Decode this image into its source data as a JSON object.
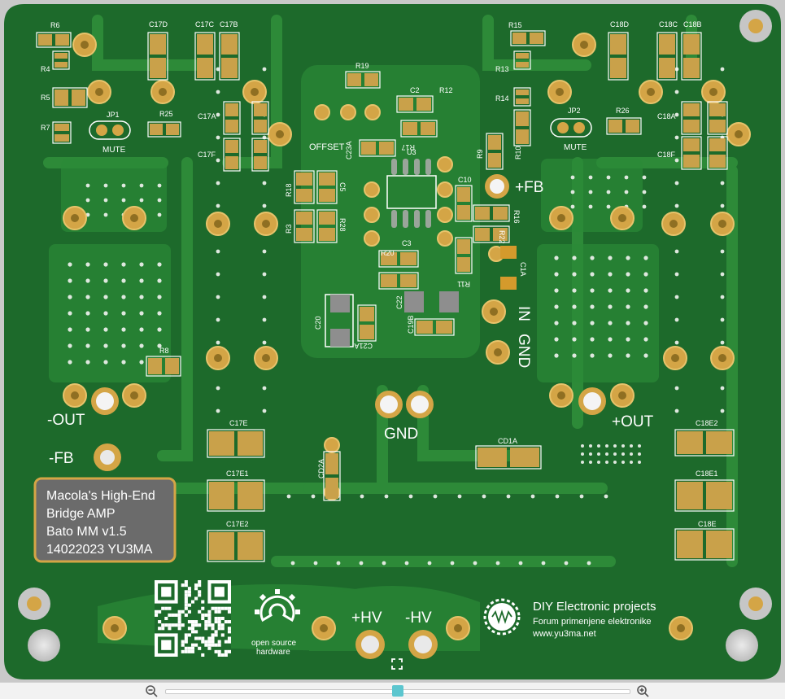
{
  "board": {
    "title_block": [
      "Macola's High-End",
      "Bridge AMP",
      "Bato MM v1.5",
      "14022023 YU3MA"
    ],
    "brand_title": "DIY Electronic projects",
    "brand_subtitle": "Forum primenjene elektronike",
    "brand_url": "www.yu3ma.net",
    "oshw_line1": "open source",
    "oshw_line2": "hardware",
    "labels": {
      "out_neg": "-OUT",
      "out_pos": "+OUT",
      "fb_neg": "-FB",
      "fb_pos": "+FB",
      "gnd": "GND",
      "in": "IN",
      "in_gnd": "GND",
      "hv_pos": "+HV",
      "hv_neg": "-HV",
      "offset": "OFFSET",
      "mute1": "MUTE",
      "mute2": "MUTE"
    },
    "refdes": {
      "R6": "R6",
      "R4": "R4",
      "R5": "R5",
      "R7": "R7",
      "JP1": "JP1",
      "R25": "R25",
      "C17D": "C17D",
      "C17C": "C17C",
      "C17B": "C17B",
      "C17A": "C17A",
      "C17F": "C17F",
      "R19": "R19",
      "C2": "C2",
      "R12": "R12",
      "R17": "R17",
      "C23A": "C23A",
      "U3": "U3",
      "R15": "R15",
      "R13": "R13",
      "R14": "R14",
      "R9": "R9",
      "R10": "R10",
      "JP2": "JP2",
      "R26": "R26",
      "C18D": "C18D",
      "C18C": "C18C",
      "C18B": "C18B",
      "C18A": "C18A",
      "C18F": "C18F",
      "R18": "R18",
      "C5": "C5",
      "R3": "R3",
      "R28": "R28",
      "C10": "C10",
      "R16": "R16",
      "R22": "R22",
      "C3": "C3",
      "R20": "R20",
      "C22": "C22",
      "R11": "R11",
      "C1A": "C1A",
      "C20": "C20",
      "C21A": "C21A",
      "C19B": "C19B",
      "R8": "R8",
      "C17E": "C17E",
      "C17E1": "C17E1",
      "C17E2": "C17E2",
      "CD2A": "CD2A",
      "CD1A": "CD1A",
      "C18E2": "C18E2",
      "C18E1": "C18E1",
      "C18E": "C18E"
    }
  },
  "viewer": {
    "zoom_level": 0.5,
    "zoom_out_icon": "zoom-out-icon",
    "zoom_in_icon": "zoom-in-icon",
    "fullscreen_icon": "fullscreen-icon"
  },
  "colors": {
    "board": "#1d6a2b",
    "trace": "#2f8c3a",
    "pad_gold": "#d4a546",
    "silk": "#ffffff",
    "label_plate": "#6b6b6b",
    "slider_thumb": "#5cc6cf"
  }
}
